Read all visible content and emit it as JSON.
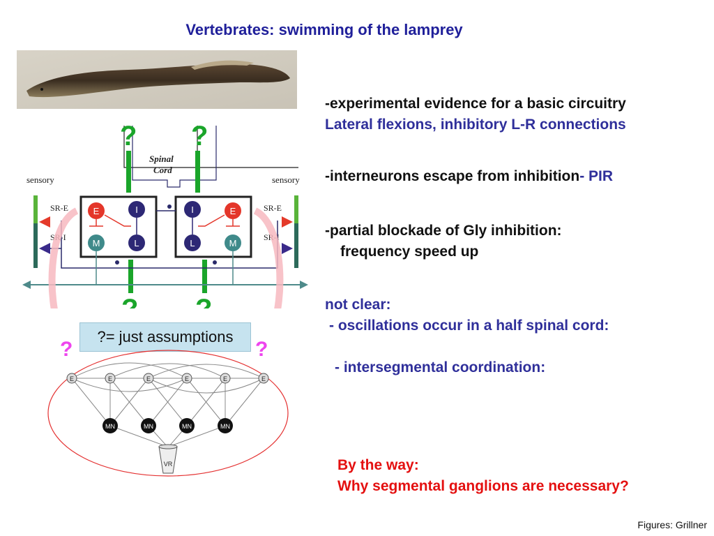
{
  "title": "Vertebrates: swimming of the lamprey",
  "bullets": {
    "b1_line1": "-experimental evidence for a basic circuitry",
    "b1_line2": "Lateral flexions, inhibitory L-R connections",
    "b2_main": "-interneurons escape from inhibition",
    "b2_accent": "- PIR",
    "b3_line1": "-partial blockade of Gly inhibition:",
    "b3_line2": "frequency speed up",
    "nc_title": "not clear:",
    "nc_item1": "- oscillations occur in a half spinal cord:",
    "nc_item2": "- intersegmental coordination:",
    "btw_title": "By the way:",
    "btw_question": "Why segmental ganglions are necessary?"
  },
  "assumption_box": "?= just assumptions",
  "credit": "Figures: Grillner",
  "diagram": {
    "question_mark": "?",
    "spinal_cord_label_1": "Spinal",
    "spinal_cord_label_2": "Cord",
    "sensory_left": "sensory",
    "sensory_right": "sensory",
    "sr_e": "SR-E",
    "sr_i": "SR-I",
    "neuron_e": "E",
    "neuron_i": "I",
    "neuron_m": "M",
    "neuron_l": "L",
    "network_e": "E",
    "network_mn": "MN",
    "vr": "VR"
  },
  "colors": {
    "title_blue": "#1f1f9a",
    "accent_blue": "#2f2f9a",
    "red": "#e41010",
    "green": "#1aa52a",
    "magenta": "#ee44ee",
    "assume_box": "#c6e3ef"
  }
}
